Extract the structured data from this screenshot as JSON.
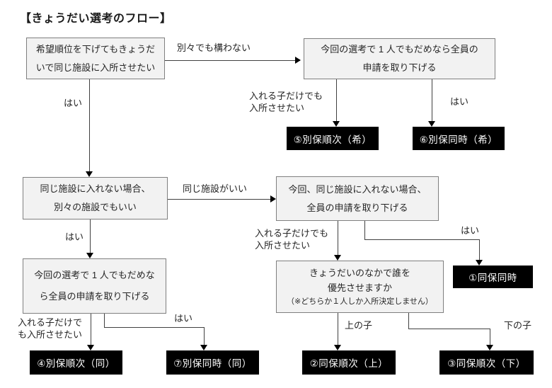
{
  "title": "【きょうだい選考のフロー】",
  "colors": {
    "box_bg": "#f2f2f2",
    "box_border": "#7f7f7f",
    "terminal_bg": "#000000",
    "terminal_text": "#ffffff",
    "line": "#404040",
    "text": "#262626"
  },
  "boxes": {
    "hope_rank": {
      "lines": [
        "希望順位を下げてもきょうだ",
        "いで同じ施設に入所させたい"
      ]
    },
    "withdraw_all_top": {
      "lines": [
        "今回の選考で 1 人でもだめなら全員の",
        "申請を取り下げる"
      ]
    },
    "separate_ok": {
      "lines": [
        "同じ施設に入れない場合、",
        "別々の施設でもいい"
      ]
    },
    "withdraw_if_not_same": {
      "lines": [
        "今回、同じ施設に入れない場合、",
        "全員の申請を取り下げる"
      ]
    },
    "withdraw_all_bottom": {
      "lines": [
        "今回の選考で 1 人でもだめな",
        "ら全員の申請を取り下げる"
      ]
    },
    "priority_child": {
      "lines": [
        "きょうだいのなかで誰を",
        "優先させますか",
        "（※どちらか１人しか入所決定しません）"
      ]
    }
  },
  "terminals": {
    "t1": "①同保同時",
    "t2": "②同保順次（上）",
    "t3": "③同保順次（下）",
    "t4": "④別保順次（同）",
    "t5": "⑤別保順次（希）",
    "t6": "⑥別保同時（希）",
    "t7": "⑦別保同時（同）"
  },
  "labels": {
    "separate_fine": "別々でも構わない",
    "yes1": "はい",
    "enter_only_top": [
      "入れる子だけでも",
      "入所させたい"
    ],
    "yes2": "はい",
    "same_facility_pref": "同じ施設がいい",
    "yes3": "はい",
    "enter_only_mid": [
      "入れる子だけでも",
      "入所させたい"
    ],
    "yes4": "はい",
    "enter_only_bottom": [
      "入れる子だけで",
      "も入所させたい"
    ],
    "yes5": "はい",
    "upper_child": "上の子",
    "lower_child": "下の子"
  }
}
